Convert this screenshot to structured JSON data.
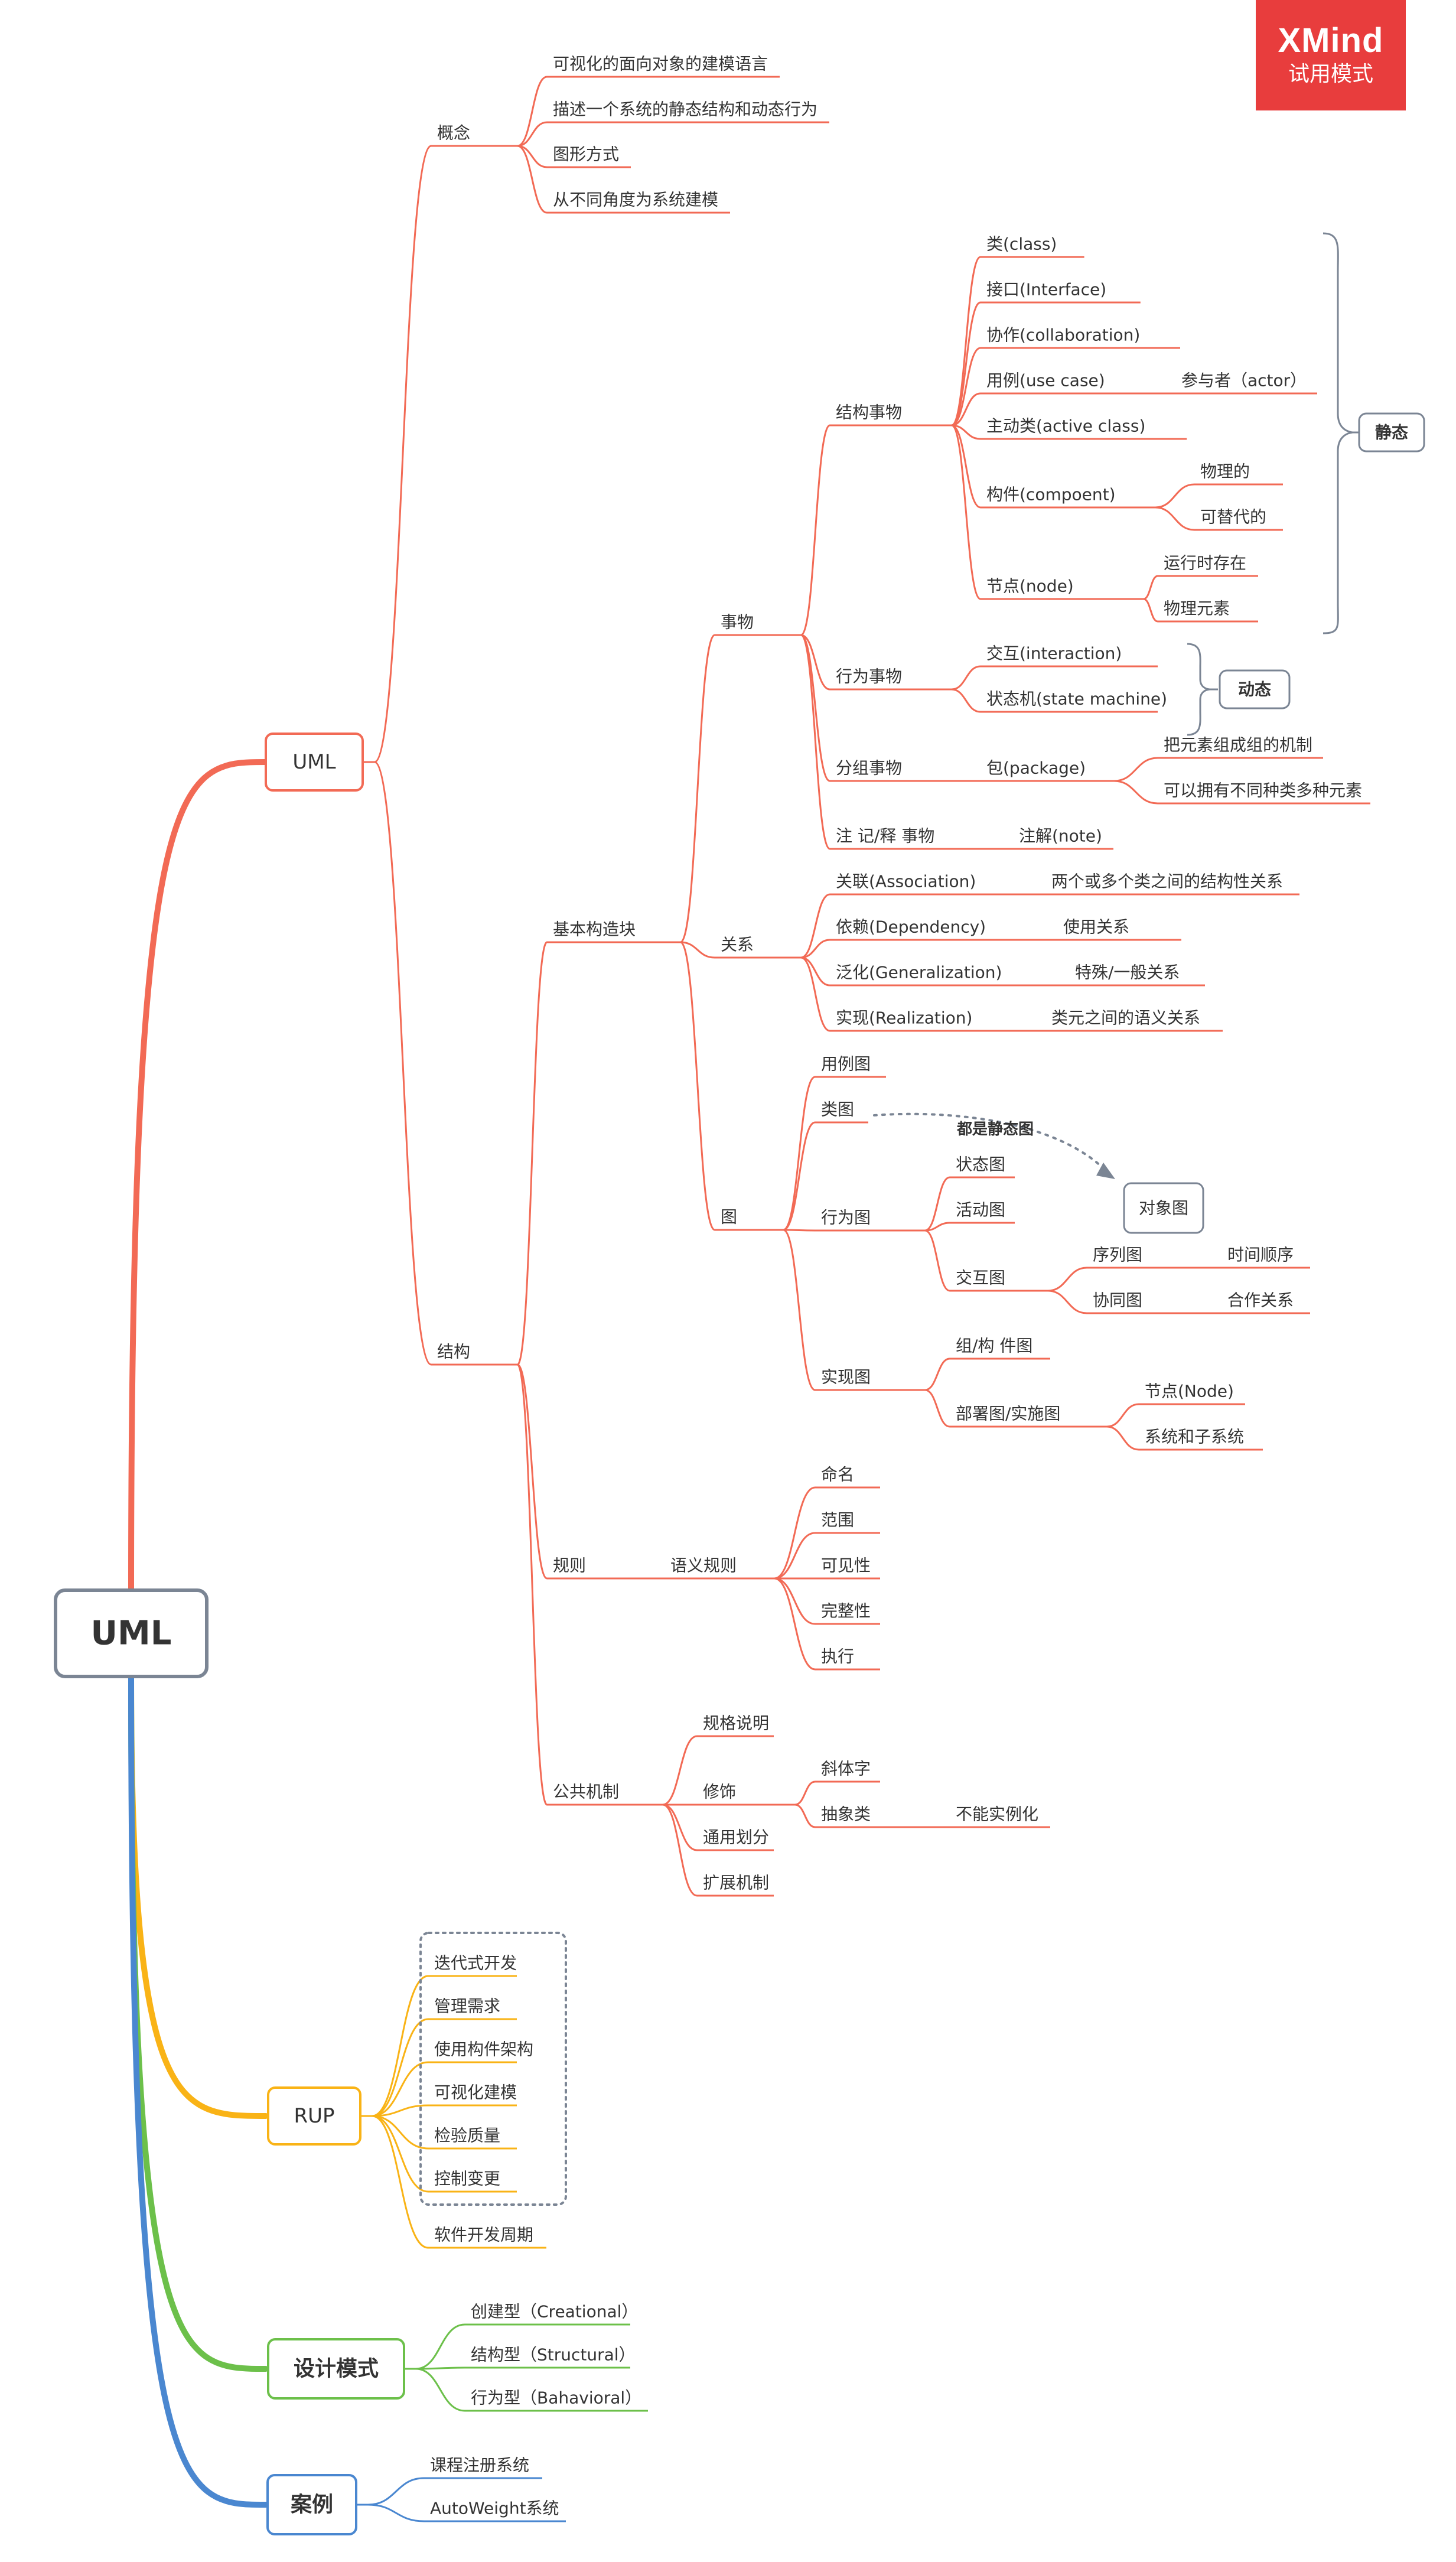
{
  "watermark": {
    "brand": "XMind",
    "mode": "试用模式"
  },
  "nodes": {
    "root": "UML",
    "uml": "UML",
    "concept": "概念",
    "concept_1": "可视化的面向对象的建模语言",
    "concept_2": "描述一个系统的静态结构和动态行为",
    "concept_3": "图形方式",
    "concept_4": "从不同角度为系统建模",
    "structure": "结构",
    "building_blocks": "基本构造块",
    "things": "事物",
    "structural_things": "结构事物",
    "class": "类(class)",
    "interface": "接口(Interface)",
    "collaboration": "协作(collaboration)",
    "use_case": "用例(use case)",
    "actor": "参与者（actor）",
    "active_class": "主动类(active class)",
    "component": "构件(compoent)",
    "physical": "物理的",
    "replaceable": "可替代的",
    "node": "节点(node)",
    "runtime_exists": "运行时存在",
    "physical_element": "物理元素",
    "static_label": "静态",
    "behavioral_things": "行为事物",
    "interaction": "交互(interaction)",
    "state_machine": "状态机(state machine)",
    "dynamic_label": "动态",
    "grouping_things": "分组事物",
    "package": "包(package)",
    "package_1": "把元素组成组的机制",
    "package_2": "可以拥有不同种类多种元素",
    "annotation_things": "注 记/释 事物",
    "note": "注解(note)",
    "relations": "关系",
    "association": "关联(Association)",
    "association_desc": "两个或多个类之间的结构性关系",
    "dependency": "依赖(Dependency)",
    "dependency_desc": "使用关系",
    "generalization": "泛化(Generalization)",
    "generalization_desc": "特殊/一般关系",
    "realization": "实现(Realization)",
    "realization_desc": "类元之间的语义关系",
    "diagrams": "图",
    "use_case_diagram": "用例图",
    "class_diagram": "类图",
    "static_diagrams_note": "都是静态图",
    "object_diagram": "对象图",
    "behavior_diagram": "行为图",
    "state_diagram": "状态图",
    "activity_diagram": "活动图",
    "interaction_diagram": "交互图",
    "sequence_diagram": "序列图",
    "time_order": "时间顺序",
    "collaboration_diagram": "协同图",
    "cooperation": "合作关系",
    "implementation_diagram": "实现图",
    "component_diagram": "组/构 件图",
    "deployment_diagram": "部署图/实施图",
    "deploy_node": "节点(Node)",
    "system_subsystem": "系统和子系统",
    "rules": "规则",
    "semantic_rules": "语义规则",
    "naming": "命名",
    "scope": "范围",
    "visibility": "可见性",
    "integrity": "完整性",
    "execution": "执行",
    "common_mechanisms": "公共机制",
    "specification": "规格说明",
    "adornment": "修饰",
    "italic": "斜体字",
    "abstract_class": "抽象类",
    "not_instantiable": "不能实例化",
    "common_division": "通用划分",
    "extensibility": "扩展机制",
    "rup": "RUP",
    "rup_1": "迭代式开发",
    "rup_2": "管理需求",
    "rup_3": "使用构件架构",
    "rup_4": "可视化建模",
    "rup_5": "检验质量",
    "rup_6": "控制变更",
    "rup_7": "软件开发周期",
    "patterns": "设计模式",
    "creational": "创建型（Creational）",
    "structural": "结构型（Structural）",
    "behavioral": "行为型（Bahavioral）",
    "cases": "案例",
    "case_1": "课程注册系统",
    "case_2": "AutoWeight系统"
  },
  "colors": {
    "uml_branch": "#f26a55",
    "rup_branch": "#f9b316",
    "patterns_branch": "#6cc04a",
    "cases_branch": "#4a87d0",
    "root_border": "#7b8594",
    "text": "#333333",
    "watermark_bg": "#e83d3d"
  },
  "legend_icons": [
    "curly-brace-icon",
    "dashed-arrow-icon",
    "dotted-boundary-icon"
  ]
}
